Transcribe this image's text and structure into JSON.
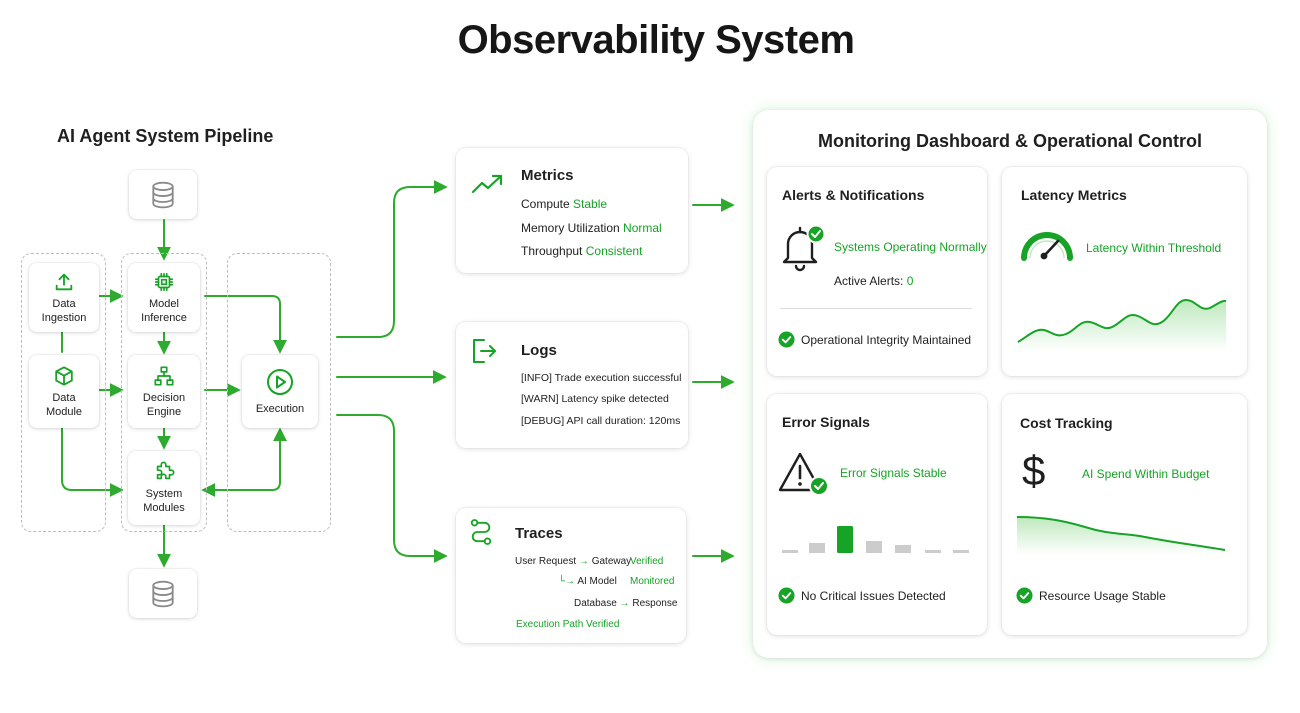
{
  "title": "Observability System",
  "pipeline": {
    "title": "AI Agent System Pipeline",
    "nodes": {
      "data_ingestion": "Data\nIngestion",
      "data_module": "Data\nModule",
      "model_inference": "Model\nInference",
      "decision_engine": "Decision\nEngine",
      "system_modules": "System\nModules",
      "execution": "Execution"
    }
  },
  "metrics": {
    "title": "Metrics",
    "rows": [
      {
        "label": "Compute",
        "status": "Stable"
      },
      {
        "label": "Memory Utilization",
        "status": "Normal"
      },
      {
        "label": "Throughput",
        "status": "Consistent"
      }
    ]
  },
  "logs": {
    "title": "Logs",
    "lines": [
      "[INFO] Trade execution successful",
      "[WARN] Latency spike detected",
      "[DEBUG] API call duration: 120ms"
    ]
  },
  "traces": {
    "title": "Traces",
    "row1": {
      "from": "User Request",
      "to": "Gateway",
      "status": "Verified"
    },
    "row2": {
      "branch": "└",
      "to": "AI Model",
      "status": "Monitored"
    },
    "row3": {
      "from": "Database",
      "to": "Response"
    },
    "footer": "Execution Path Verified"
  },
  "dashboard": {
    "title": "Monitoring Dashboard & Operational Control",
    "alerts": {
      "title": "Alerts & Notifications",
      "status": "Systems Operating Normally",
      "active_label": "Active Alerts:",
      "active_value": "0",
      "footer": "Operational Integrity Maintained"
    },
    "latency": {
      "title": "Latency Metrics",
      "status": "Latency Within Threshold"
    },
    "errors": {
      "title": "Error Signals",
      "status": "Error Signals Stable",
      "footer": "No Critical Issues Detected"
    },
    "cost": {
      "title": "Cost Tracking",
      "symbol": "$",
      "status": "AI Spend Within Budget",
      "footer": "Resource Usage Stable"
    }
  },
  "colors": {
    "accent": "#16a326",
    "accent_light": "#c8eec8",
    "text": "#1f1f1f",
    "muted_bar": "#cccccc",
    "arrow": "#2eaa2e"
  },
  "icons": {
    "database": "database-icon",
    "upload": "upload-icon",
    "cube": "cube-icon",
    "chip": "chip-icon",
    "hierarchy": "hierarchy-icon",
    "puzzle": "puzzle-icon",
    "play": "play-icon",
    "trend": "trending-up-icon",
    "logout": "log-out-icon",
    "route": "route-icon",
    "bell": "bell-icon",
    "gauge": "gauge-icon",
    "warning": "warning-icon",
    "check": "check-circle-icon"
  }
}
